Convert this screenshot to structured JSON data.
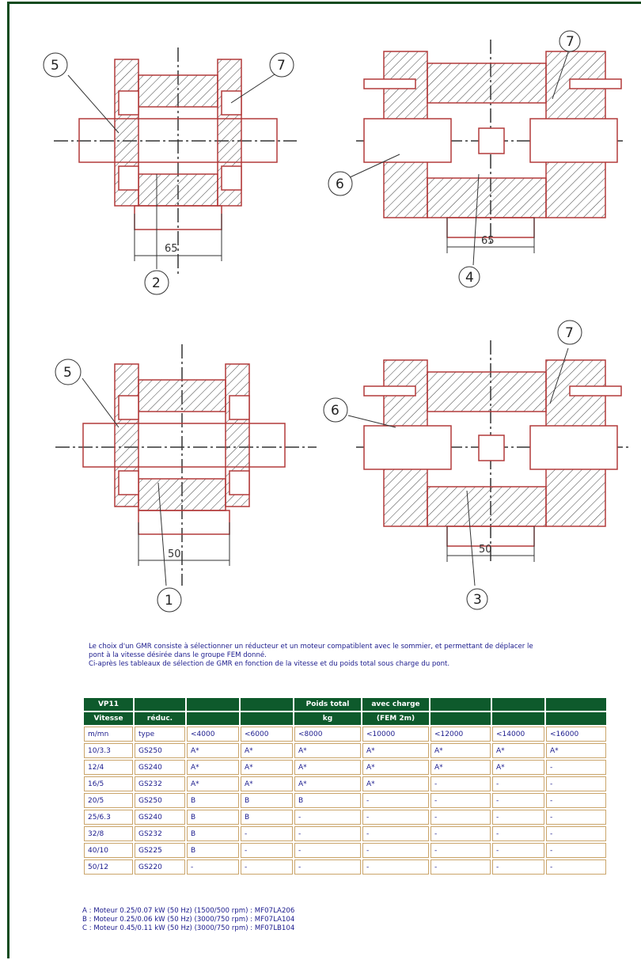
{
  "drawings": {
    "callouts": [
      "5",
      "7",
      "2",
      "6",
      "4",
      "7",
      "5",
      "1",
      "6",
      "7",
      "3"
    ],
    "dims": [
      "65",
      "65",
      "50",
      "50"
    ]
  },
  "intro": [
    "Le choix d'un GMR consiste à sélectionner un réducteur et un moteur compatiblent avec le sommier, et permettant de déplacer le",
    "pont à la vitesse désirée dans le groupe FEM donné.",
    "Ci-après les tableaux de sélection de GMR en fonction de la vitesse et du poids total sous charge du pont."
  ],
  "table": {
    "header1": [
      "VP11",
      "",
      "",
      "",
      "Poids total",
      "avec charge",
      "",
      "",
      ""
    ],
    "header2": [
      "Vitesse",
      "réduc.",
      "",
      "",
      "kg",
      "(FEM 2m)",
      "",
      "",
      ""
    ],
    "rows": [
      [
        "m/mn",
        "type",
        "<4000",
        "<6000",
        "<8000",
        "<10000",
        "<12000",
        "<14000",
        "<16000"
      ],
      [
        "10/3.3",
        "GS250",
        "A*",
        "A*",
        "A*",
        "A*",
        "A*",
        "A*",
        "A*"
      ],
      [
        "12/4",
        "GS240",
        "A*",
        "A*",
        "A*",
        "A*",
        "A*",
        "A*",
        "-"
      ],
      [
        "16/5",
        "GS232",
        "A*",
        "A*",
        "A*",
        "A*",
        "-",
        "-",
        "-"
      ],
      [
        "20/5",
        "GS250",
        "B",
        "B",
        "B",
        "-",
        "-",
        "-",
        "-"
      ],
      [
        "25/6.3",
        "GS240",
        "B",
        "B",
        "-",
        "-",
        "-",
        "-",
        "-"
      ],
      [
        "32/8",
        "GS232",
        "B",
        "-",
        "-",
        "-",
        "-",
        "-",
        "-"
      ],
      [
        "40/10",
        "GS225",
        "B",
        "-",
        "-",
        "-",
        "-",
        "-",
        "-"
      ],
      [
        "50/12",
        "GS220",
        "-",
        "-",
        "-",
        "-",
        "-",
        "-",
        "-"
      ]
    ]
  },
  "legend": [
    "A : Moteur 0.25/0.07 kW (50 Hz) (1500/500 rpm) : MF07LA206",
    "B : Moteur 0.25/0.06 kW (50 Hz) (3000/750 rpm) : MF07LA104",
    "C : Moteur 0.45/0.11 kW (50 Hz) (3000/750 rpm) : MF07LB104"
  ],
  "colors": {
    "line": "#b23a3a",
    "frame": "#0f4a1f",
    "header": "#0e5a2c",
    "text": "#1a1a8c"
  }
}
